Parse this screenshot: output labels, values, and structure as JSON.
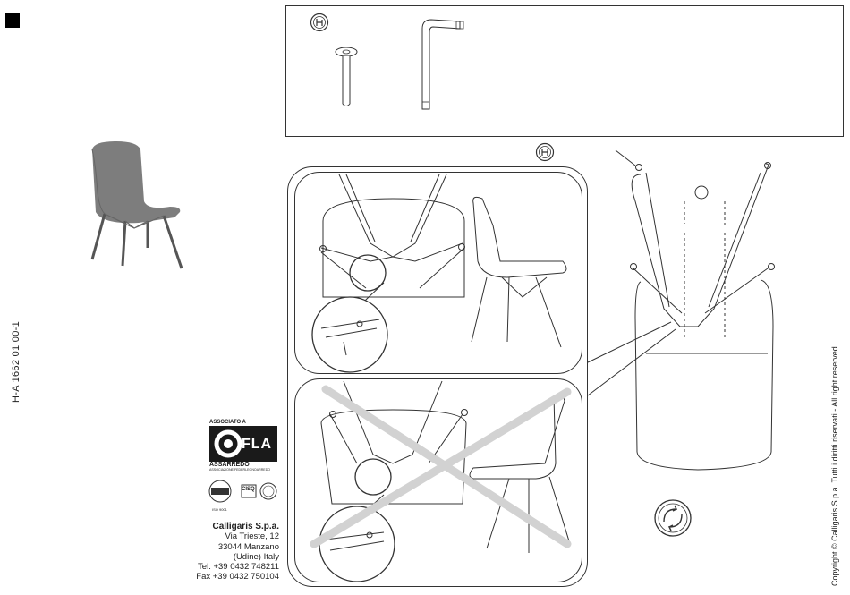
{
  "document_code": "H-A 1662 01 00-1",
  "copyright": "Copyright © Calligaris S.p.a.   Tutti i diritti riservati - All right reserved",
  "logos": {
    "association_label": "ASSOCIATO A",
    "fla_mark": "FLA",
    "assarredo": "ASSARREDO",
    "assarredo_sub": "ASSOCIAZIONE FEDERLEGNOARREDO",
    "cert_badge": "CISQ",
    "iso": "ISO 9001"
  },
  "company": {
    "name": "Calligaris S.p.a.",
    "street": "Via Trieste, 12",
    "city": "33044 Manzano",
    "region": "(Udine) Italy",
    "phone": "Tel. +39 0432 748211",
    "fax": "Fax +39 0432 750104"
  },
  "icons": [
    "black-square",
    "hex-key-icon",
    "bolt-icon",
    "allen-wrench-icon",
    "chair-photo",
    "rotate-icon",
    "prohibited-cross-icon"
  ],
  "colors": {
    "line": "#333333",
    "chair_grey": "#7a7a7a",
    "cross_grey": "#d2d2d2"
  }
}
